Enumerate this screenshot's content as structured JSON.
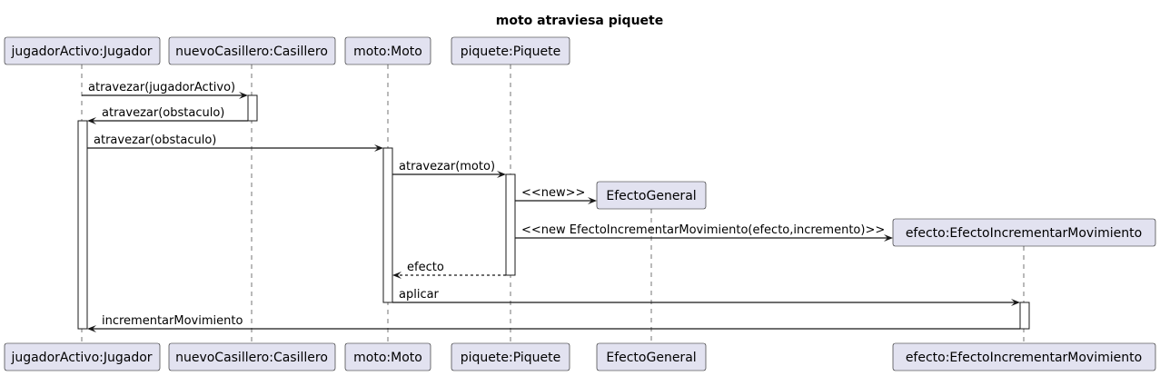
{
  "title": "moto atraviesa piquete",
  "participants": [
    {
      "id": "jugador",
      "label": "jugadorActivo:Jugador",
      "created": false
    },
    {
      "id": "casillero",
      "label": "nuevoCasillero:Casillero",
      "created": false
    },
    {
      "id": "moto",
      "label": "moto:Moto",
      "created": false
    },
    {
      "id": "piquete",
      "label": "piquete:Piquete",
      "created": false
    },
    {
      "id": "efectoGeneral",
      "label": "EfectoGeneral",
      "created": true
    },
    {
      "id": "efecto",
      "label": "efecto:EfectoIncrementarMovimiento",
      "created": true
    }
  ],
  "messages": [
    {
      "from": "jugador",
      "to": "casillero",
      "label": "atravezar(jugadorActivo)",
      "style": "solid"
    },
    {
      "from": "casillero",
      "to": "jugador",
      "label": "atravezar(obstaculo)",
      "style": "solid"
    },
    {
      "from": "jugador",
      "to": "moto",
      "label": "atravezar(obstaculo)",
      "style": "solid"
    },
    {
      "from": "moto",
      "to": "piquete",
      "label": "atravezar(moto)",
      "style": "solid"
    },
    {
      "from": "piquete",
      "to": "efectoGeneral",
      "label": "<<new>>",
      "style": "solid",
      "creates": true
    },
    {
      "from": "piquete",
      "to": "efecto",
      "label": "<<new EfectoIncrementarMovimiento(efecto,incremento)>>",
      "style": "solid",
      "creates": true
    },
    {
      "from": "piquete",
      "to": "moto",
      "label": "efecto",
      "style": "dashed"
    },
    {
      "from": "moto",
      "to": "efecto",
      "label": "aplicar",
      "style": "solid"
    },
    {
      "from": "efecto",
      "to": "jugador",
      "label": "incrementarMovimiento",
      "style": "solid"
    }
  ]
}
